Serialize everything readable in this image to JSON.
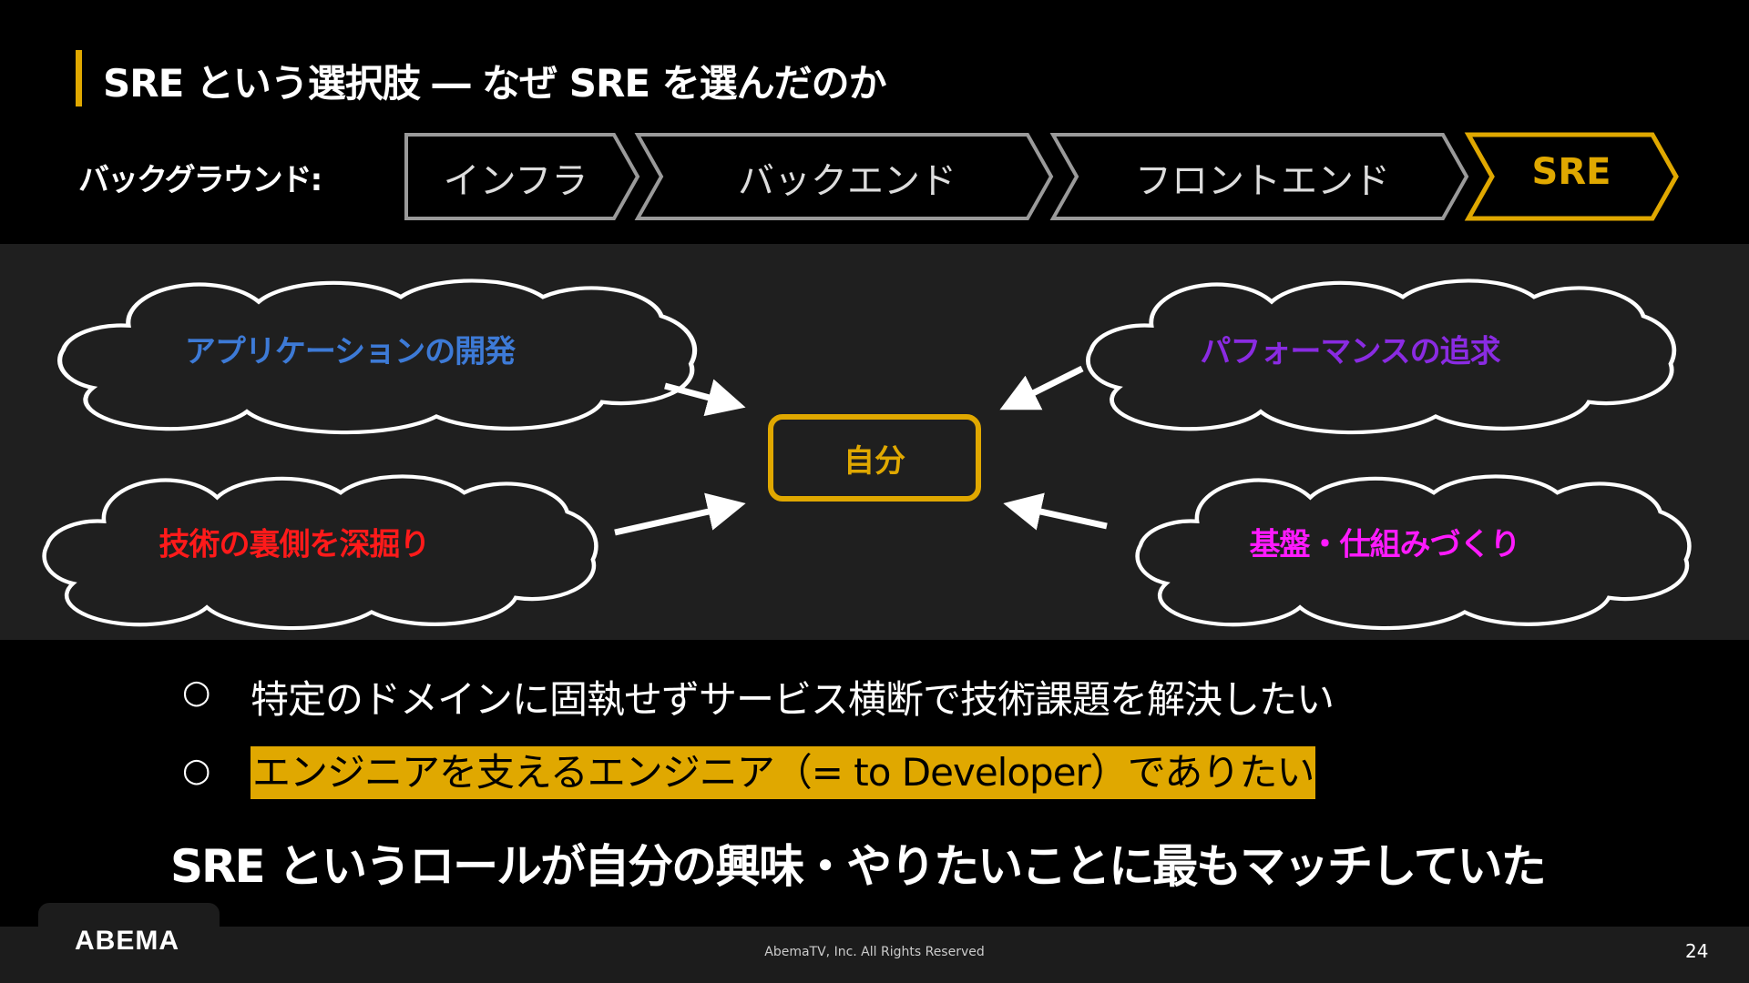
{
  "title": "SRE という選択肢 ― なぜ SRE を選んだのか",
  "background_label": "バックグラウンド:",
  "steps": [
    "インフラ",
    "バックエンド",
    "フロントエンド",
    "SRE"
  ],
  "diagram": {
    "center": "自分",
    "clouds": [
      {
        "text": "アプリケーションの開発",
        "color": "#3d7ad6"
      },
      {
        "text": "技術の裏側を深掘り",
        "color": "#ff1a1a"
      },
      {
        "text": "パフォーマンスの追求",
        "color": "#8a2be2"
      },
      {
        "text": "基盤・仕組みづくり",
        "color": "#ff1aff"
      }
    ]
  },
  "bullets": [
    "特定のドメインに固執せずサービス横断で技術課題を解決したい",
    "エンジニアを支えるエンジニア（= to Developer）でありたい"
  ],
  "bullet_symbol": "○",
  "conclusion": "SRE というロールが自分の興味・やりたいことに最もマッチしていた",
  "footer": {
    "logo": "ABEMA",
    "copyright": "AbemaTV, Inc. All Rights Reserved",
    "page": "24"
  },
  "colors": {
    "accent": "#e0a800",
    "band": "#1f1f1f"
  }
}
